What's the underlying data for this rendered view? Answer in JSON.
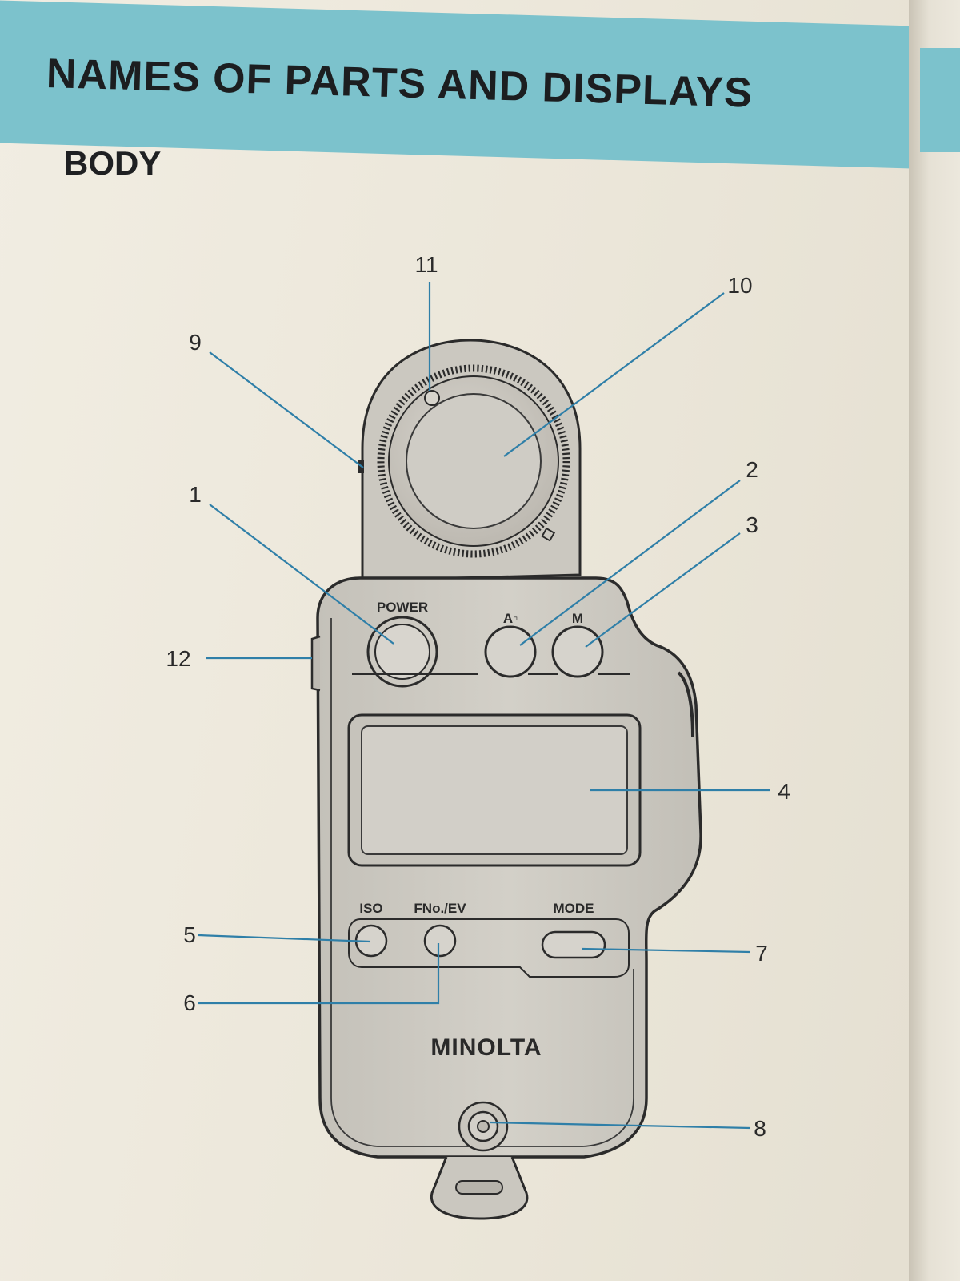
{
  "header": {
    "title": "NAMES OF PARTS AND DISPLAYS"
  },
  "section": {
    "title": "BODY"
  },
  "device": {
    "brand": "MINOLTA",
    "buttons": {
      "power": "POWER",
      "ambient": "A▫",
      "memory": "M",
      "iso": "ISO",
      "fno_ev": "FNo./EV",
      "mode": "MODE"
    }
  },
  "callouts": {
    "c1": "1",
    "c2": "2",
    "c3": "3",
    "c4": "4",
    "c5": "5",
    "c6": "6",
    "c7": "7",
    "c8": "8",
    "c9": "9",
    "c10": "10",
    "c11": "11",
    "c12": "12"
  },
  "colors": {
    "header_band": "#7cc2cc",
    "leader_line": "#2f7fa8",
    "body_outline": "#2b2b2b",
    "body_fill": "#cfccc4"
  }
}
